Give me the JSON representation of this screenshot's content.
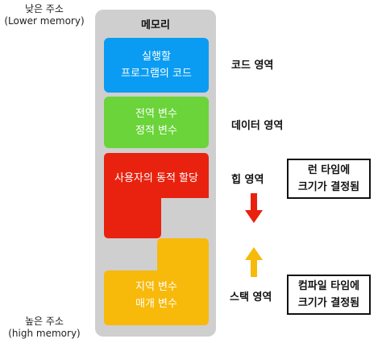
{
  "address": {
    "low": [
      "낮은 주소",
      "(Lower memory)"
    ],
    "high": [
      "높은 주소",
      "(high memory)"
    ]
  },
  "memory": {
    "title": "메모리",
    "code_block": [
      "실행할",
      "프로그램의 코드"
    ],
    "data_block": [
      "전역 변수",
      "정적 변수"
    ],
    "heap_block": "사용자의 동적 할당",
    "stack_block": [
      "지역 변수",
      "매개 변수"
    ]
  },
  "regions": {
    "code": "코드 영역",
    "data": "데이터 영역",
    "heap": "힙 영역",
    "stack": "스택 영역"
  },
  "notes": {
    "runtime": [
      "런 타임에",
      "크기가 결정됨"
    ],
    "compile": [
      "컴파일 타임에",
      "크기가 결정됨"
    ]
  },
  "colors": {
    "panel": "#cfcfcf",
    "code": "#0a9cf2",
    "data": "#6ad43a",
    "heap": "#e8220f",
    "stack": "#f7b90a",
    "arrow_down": "#e8220f",
    "arrow_up": "#f7b90a"
  },
  "icons": {
    "heap_arrow": "arrow-down-icon",
    "stack_arrow": "arrow-up-icon"
  }
}
